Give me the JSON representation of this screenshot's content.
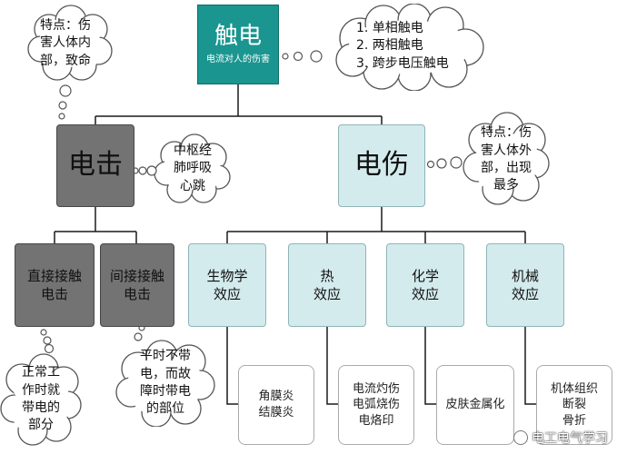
{
  "root": {
    "title": "触电",
    "subtitle": "电流对人的伤害"
  },
  "branches": {
    "shock": {
      "label": "电击"
    },
    "injury": {
      "label": "电伤"
    }
  },
  "shock_types": [
    {
      "lines": [
        "直接接触",
        "电击"
      ]
    },
    {
      "lines": [
        "间接接触",
        "电击"
      ]
    }
  ],
  "injury_types": [
    {
      "lines": [
        "生物学",
        "效应"
      ]
    },
    {
      "lines": [
        "热",
        "效应"
      ]
    },
    {
      "lines": [
        "化学",
        "效应"
      ]
    },
    {
      "lines": [
        "机械",
        "效应"
      ]
    }
  ],
  "injury_effects": [
    {
      "lines": [
        "角膜炎",
        "结膜炎"
      ]
    },
    {
      "lines": [
        "电流灼伤",
        "电弧烧伤",
        "电烙印"
      ]
    },
    {
      "lines": [
        "皮肤金属化"
      ]
    },
    {
      "lines": [
        "机体组织",
        "断裂",
        "骨折"
      ]
    }
  ],
  "clouds": {
    "shock_feature": {
      "lines": [
        "特点：伤",
        "害人体内",
        "部，致命"
      ]
    },
    "types": {
      "lines": [
        "1. 单相触电",
        "2. 两相触电",
        "3. 跨步电压触电"
      ]
    },
    "shock_organs": {
      "lines": [
        "中枢经",
        "肺呼吸",
        "心跳"
      ]
    },
    "injury_feature": {
      "lines": [
        "特点：伤",
        "害人体外",
        "部，出现",
        "最多"
      ]
    },
    "direct_note": {
      "lines": [
        "正常工",
        "作时就",
        "带电的",
        "部分"
      ]
    },
    "indirect_note": {
      "lines": [
        "平时不带",
        "电，而故",
        "障时带电",
        "的部位"
      ]
    }
  },
  "watermark": {
    "text": "电工电气学习"
  },
  "colors": {
    "root": "#1a9590",
    "shock": "#737373",
    "injury": "#d4ebed",
    "line": "#1a1a1a"
  }
}
